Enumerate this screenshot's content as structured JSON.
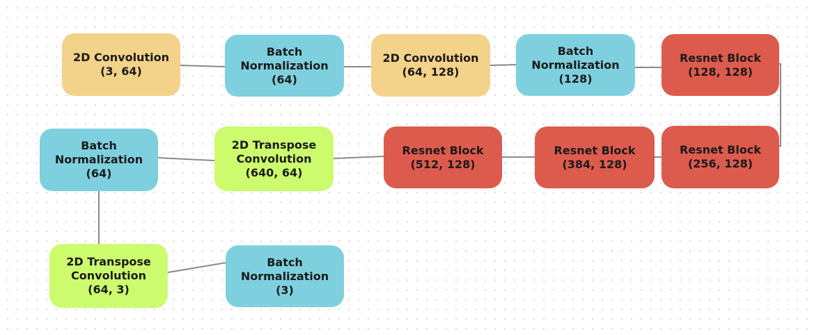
{
  "colors": {
    "conv": "#f3d28a",
    "batch_norm": "#7fd0de",
    "resnet": "#dd5b4d",
    "transpose_conv": "#ccfb6e",
    "edge": "#8a8a8a"
  },
  "nodes": [
    {
      "id": "conv-3-64",
      "lines": [
        "2D Convolution",
        "(3, 64)"
      ]
    },
    {
      "id": "bn-64-a",
      "lines": [
        "Batch",
        "Normalization",
        "(64)"
      ]
    },
    {
      "id": "conv-64-128",
      "lines": [
        "2D Convolution",
        "(64, 128)"
      ]
    },
    {
      "id": "bn-128",
      "lines": [
        "Batch",
        "Normalization",
        "(128)"
      ]
    },
    {
      "id": "resnet-128-128",
      "lines": [
        "Resnet Block",
        "(128, 128)"
      ]
    },
    {
      "id": "resnet-256-128",
      "lines": [
        "Resnet Block",
        "(256, 128)"
      ]
    },
    {
      "id": "resnet-384-128",
      "lines": [
        "Resnet Block",
        "(384, 128)"
      ]
    },
    {
      "id": "resnet-512-128",
      "lines": [
        "Resnet Block",
        "(512, 128)"
      ]
    },
    {
      "id": "tconv-640-64",
      "lines": [
        "2D Transpose",
        "Convolution",
        "(640, 64)"
      ]
    },
    {
      "id": "bn-64-b",
      "lines": [
        "Batch",
        "Normalization",
        "(64)"
      ]
    },
    {
      "id": "tconv-64-3",
      "lines": [
        "2D Transpose",
        "Convolution",
        "(64, 3)"
      ]
    },
    {
      "id": "bn-3",
      "lines": [
        "Batch",
        "Normalization",
        "(3)"
      ]
    }
  ],
  "edges": [
    [
      "conv-3-64",
      "bn-64-a"
    ],
    [
      "bn-64-a",
      "conv-64-128"
    ],
    [
      "conv-64-128",
      "bn-128"
    ],
    [
      "bn-128",
      "resnet-128-128"
    ],
    [
      "resnet-128-128",
      "resnet-256-128"
    ],
    [
      "resnet-256-128",
      "resnet-384-128"
    ],
    [
      "resnet-384-128",
      "resnet-512-128"
    ],
    [
      "resnet-512-128",
      "tconv-640-64"
    ],
    [
      "tconv-640-64",
      "bn-64-b"
    ],
    [
      "bn-64-b",
      "tconv-64-3"
    ],
    [
      "tconv-64-3",
      "bn-3"
    ]
  ]
}
